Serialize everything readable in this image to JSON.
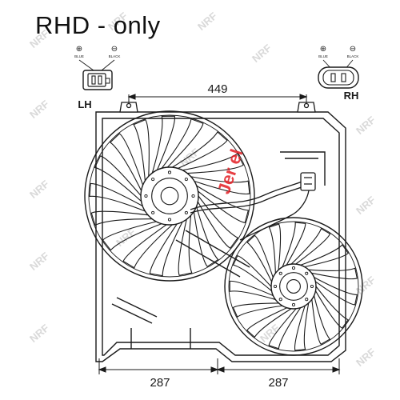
{
  "header": {
    "title": "RHD - only"
  },
  "connectors": {
    "left": {
      "side_label": "LH",
      "plus_symbol": "⊕",
      "minus_symbol": "⊖",
      "plus_label": "BLUE",
      "minus_label": "BLACK"
    },
    "right": {
      "side_label": "RH",
      "plus_symbol": "⊕",
      "minus_symbol": "⊖",
      "plus_label": "BLUE",
      "minus_label": "BLACK"
    }
  },
  "dimensions": {
    "top_width": "449",
    "bottom_left": "287",
    "bottom_right": "287"
  },
  "watermark": {
    "brand": "NRF",
    "stamp": "Jer el"
  },
  "colors": {
    "line": "#1a1a1a",
    "watermark": "#d9d9d9",
    "stamp": "#e31e24"
  }
}
